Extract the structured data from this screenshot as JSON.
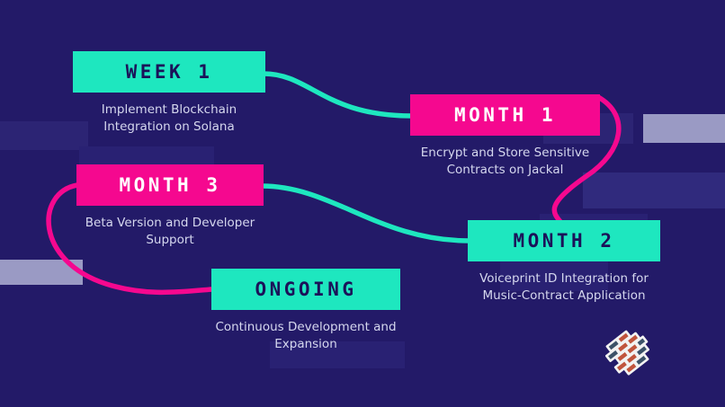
{
  "theme": {
    "background": "#231a68",
    "teal": "#1ee7bf",
    "magenta": "#f5088f",
    "text_light": "#d5d7ee",
    "text_dark": "#1b1259",
    "periwinkle": "#9a9ac4"
  },
  "roadmap": {
    "milestones": [
      {
        "id": "week-1",
        "label": "WEEK 1",
        "description": "Implement Blockchain\nIntegration on Solana",
        "color": "teal"
      },
      {
        "id": "month-1",
        "label": "MONTH 1",
        "description": "Encrypt and Store Sensitive\nContracts on Jackal",
        "color": "magenta"
      },
      {
        "id": "month-3",
        "label": "MONTH 3",
        "description": "Beta Version and Developer\nSupport",
        "color": "magenta"
      },
      {
        "id": "month-2",
        "label": "MONTH 2",
        "description": "Voiceprint ID Integration for\nMusic-Contract Application",
        "color": "teal"
      },
      {
        "id": "ongoing",
        "label": "ONGOING",
        "description": "Continuous Development and\nExpansion",
        "color": "teal"
      }
    ],
    "connectors": [
      {
        "from": "week-1",
        "to": "month-1",
        "color": "teal"
      },
      {
        "from": "month-1",
        "to": "month-2",
        "color": "magenta"
      },
      {
        "from": "month-3",
        "to": "month-2",
        "color": "teal"
      },
      {
        "from": "month-3",
        "to": "ongoing",
        "color": "magenta"
      }
    ]
  },
  "logo": {
    "name": "brick-diamond-logo",
    "brick_color": "#c0543c",
    "slate_color": "#3c5268",
    "outline_color": "#f2f2f2"
  }
}
